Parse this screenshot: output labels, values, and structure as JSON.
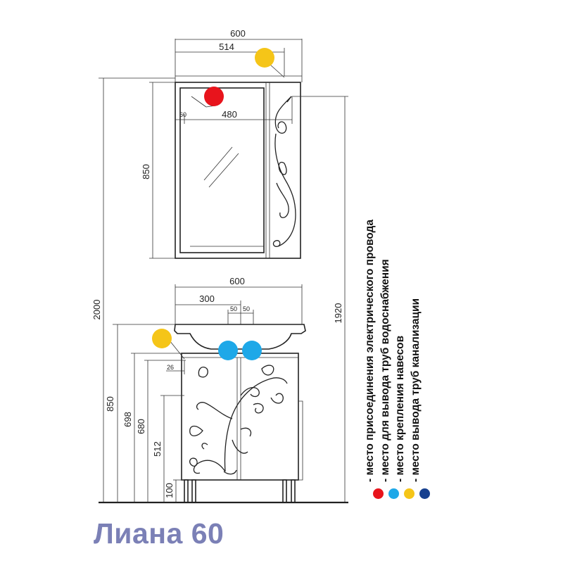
{
  "title": "Лиана 60",
  "colors": {
    "electric": "#e8141c",
    "water": "#1ea8e8",
    "mount": "#f5c518",
    "drain": "#17408f",
    "title": "#7b80b6"
  },
  "dimensions": {
    "mirror_width_600": "600",
    "mirror_width_514": "514",
    "mirror_width_480": "480",
    "mirror_offset_60": "60",
    "mirror_height_850": "850",
    "total_height_2000": "2000",
    "total_height_1920": "1920",
    "vanity_width_600": "600",
    "vanity_half_300": "300",
    "pipe_offset_50_left": "50",
    "pipe_offset_50_right": "50",
    "vanity_height_850": "850",
    "vanity_height_698": "698",
    "vanity_height_680": "680",
    "vanity_height_512": "512",
    "vanity_leg_100": "100",
    "vanity_offset_26": "26"
  },
  "legend": {
    "items": [
      {
        "label": "- место присоединения электрического провода",
        "color": "#e8141c",
        "icon": "red-dot"
      },
      {
        "label": "- место для вывода труб водоснабжения",
        "color": "#1ea8e8",
        "icon": "cyan-dot"
      },
      {
        "label": "- место крепления навесов",
        "color": "#f5c518",
        "icon": "yellow-dot"
      },
      {
        "label": "- место вывода труб канализации",
        "color": "#17408f",
        "icon": "navy-dot"
      }
    ]
  }
}
